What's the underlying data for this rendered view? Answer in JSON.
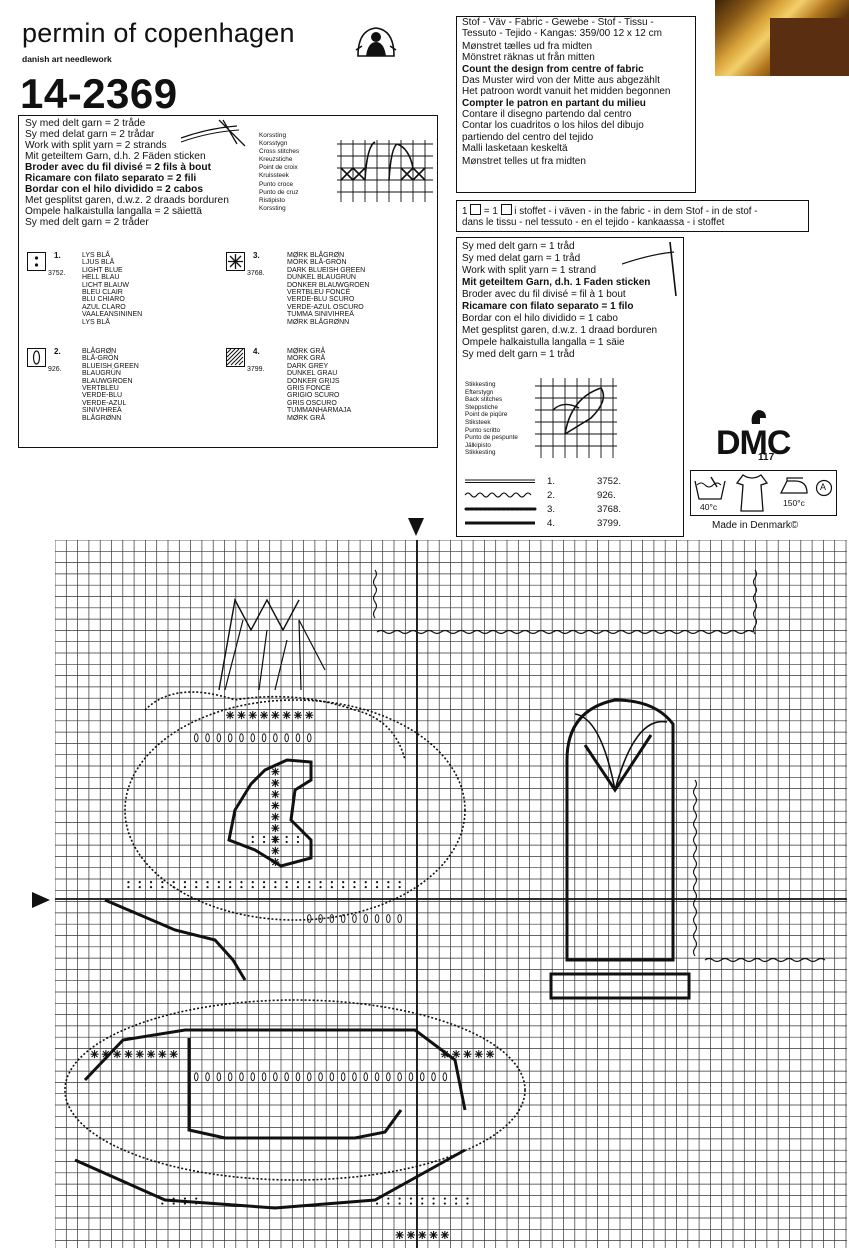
{
  "header": {
    "brand": "permin of copenhagen",
    "brand_sub": "danish art needlework",
    "pattern_number": "14-2369"
  },
  "two_strand_lines": [
    "Sy med delt garn = 2 tråde",
    "Sy med delat garn = 2 trådar",
    "Work with split yarn = 2 strands",
    "Mit geteiltem Garn, d.h. 2 Fäden sticken",
    "Broder avec du fil divisé = 2 fils à bout",
    "Ricamare con filato separato = 2 fili",
    "Bordar con el hilo dividido = 2 cabos",
    "Met gesplitst garen, d.w.z. 2 draads borduren",
    "Ompele halkaistulla langalla = 2 säiettä",
    "Sy med delt garn = 2 tråder"
  ],
  "cross_stitch_names": [
    "Korsstíng",
    "Korsstygn",
    "Cross stitches",
    "Kreuzstiche",
    "Point de croix",
    "Kruissteek",
    "Punto croce",
    "Punto de cruz",
    "Ristipisto",
    "Korssting"
  ],
  "colors": [
    {
      "num": "1.",
      "code": "3752.",
      "names": [
        "LYS BLÅ",
        "LJUS BLÅ",
        "LIGHT BLUE",
        "HELL BLAU",
        "LICHT BLAUW",
        "BLEU CLAIR",
        "BLU CHIARO",
        "AZUL CLARO",
        "VAALEANSININEN",
        "LYS BLÅ"
      ]
    },
    {
      "num": "2.",
      "code": "926.",
      "names": [
        "BLÅGRØN",
        "BLÅ-GRÖN",
        "BLUEISH GREEN",
        "BLAUGRÜN",
        "BLAUWGROEN",
        "VERTBLEU",
        "VERDE-BLU",
        "VERDE-AZUL",
        "SINIVIHREÄ",
        "BLÅGRØNN"
      ]
    },
    {
      "num": "3.",
      "code": "3768.",
      "names": [
        "MØRK BLÅGRØN",
        "MÖRK BLÅ-GRÖN",
        "DARK BLUEISH GREEN",
        "DUNKEL BLAUGRÜN",
        "DONKER BLAUWGROEN",
        "VERTBLEU FONCÉ",
        "VERDE-BLU SCURO",
        "VERDE-AZUL OSCURO",
        "TUMMA SINIVIHREÄ",
        "MØRK BLÅGRØNN"
      ]
    },
    {
      "num": "4.",
      "code": "3799.",
      "names": [
        "MØRK GRÅ",
        "MÖRK GRÅ",
        "DARK GREY",
        "DUNKEL GRAU",
        "DONKER GRIJS",
        "GRIS FONCÉ",
        "GRIGIO SCURO",
        "GRIS OSCURO",
        "TUMMANHARMAJA",
        "MØRK GRÅ"
      ]
    }
  ],
  "lang_lines": [
    "Stof - Väv - Fabric - Gewebe - Stof - Tissu -",
    "Tessuto - Tejido - Kangas: 359/00   12 x 12 cm",
    "Mønstret tælles ud fra midten",
    "Mönstret räknas ut från mitten",
    "Count the design from centre of fabric",
    "Das Muster wird von der Mitte aus abgezählt",
    "Het patroon wordt vanuit het midden begonnen",
    "Compter le patron en partant du milieu",
    "Contare il disegno partendo dal centro",
    "Contar los cuadritos o los hilos del dibujo",
    "partiendo del centro del tejido",
    "Malli lasketaan keskeltä",
    "Mønstret telles ut fra midten"
  ],
  "fabric_line_1": "i stoffet - i väven - in the fabric - in dem Stof - in de stof -",
  "fabric_line_2": "dans le tissu - nel tessuto - en el tejido - kankaassa - i stoffet",
  "fabric_eq_a": "1",
  "fabric_eq_b": "= 1",
  "single_strand_lines": [
    "Sy med delt garn = 1 tråd",
    "Sy med delat garn = 1 tråd",
    "Work with split yarn = 1 strand",
    "Mit geteiltem Garn, d.h. 1 Faden sticken",
    "Broder avec du fil divisé = fil à 1 bout",
    "Ricamare con filato separato = 1 filo",
    "Bordar con el hilo dividido = 1 cabo",
    "Met gesplitst garen, d.w.z. 1 draad borduren",
    "Ompele halkaistulla langalla = 1 säie",
    "Sy med delt garn = 1 tråd"
  ],
  "back_stitch_names": [
    "Stikkesting",
    "Efterstygn",
    "Back stitches",
    "Steppstiche",
    "Point de piqûre",
    "Stiksteek",
    "Punto scritto",
    "Punto de pespunte",
    "Jälkipisto",
    "Stikkesting"
  ],
  "backstitch_legend": [
    {
      "num": "1.",
      "code": "3752."
    },
    {
      "num": "2.",
      "code": "926."
    },
    {
      "num": "3.",
      "code": "3768."
    },
    {
      "num": "4.",
      "code": "3799."
    }
  ],
  "dmc": {
    "logo": "DMC",
    "number": "117"
  },
  "care": {
    "wash": "40°c",
    "iron": "150°c",
    "bleach": "A"
  },
  "made_in": "Made in Denmark©",
  "icons": [
    "sewing-lady-logo",
    "needle-icon",
    "cross-stitch-diagram",
    "back-stitch-diagram",
    "wash-tub-icon",
    "garment-icon",
    "iron-icon",
    "dry-clean-icon",
    "center-arrow-icon"
  ],
  "colors_palette": {
    "ink": "#111111",
    "frame_gold": "#d9a23a"
  }
}
